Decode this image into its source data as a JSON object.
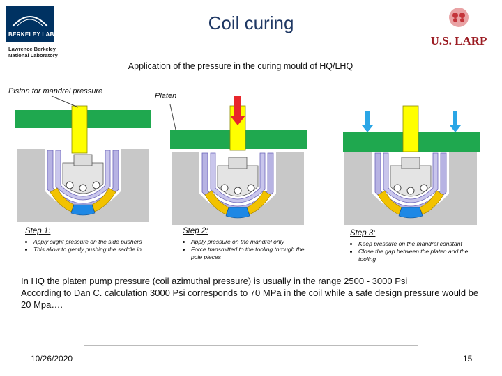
{
  "header": {
    "title": "Coil curing",
    "logo_left": {
      "name": "BERKELEY LAB",
      "subtitle_line1": "Lawrence Berkeley",
      "subtitle_line2": "National Laboratory"
    },
    "logo_right": {
      "name": "U.S. LARP"
    }
  },
  "subtitle": "Application of the pressure in the curing mould of HQ/LHQ",
  "labels": {
    "piston": "Piston for mandrel pressure",
    "platen": "Platen"
  },
  "steps": [
    {
      "heading": "Step 1:",
      "bullets": [
        "Apply slight pressure on the side pushers",
        "This allow to gently pushing the saddle in"
      ]
    },
    {
      "heading": "Step 2:",
      "bullets": [
        "Apply pressure on the mandrel only",
        "Force transmitted to the tooling through the pole pieces"
      ]
    },
    {
      "heading": "Step 3:",
      "bullets": [
        "Keep pressure on the mandrel constant",
        "Close the gap between the platen and the tooling"
      ]
    }
  ],
  "body": {
    "hq": "In HQ",
    "line1_rest": " the platen pump pressure (coil azimuthal pressure) is usually in the range 2500 - 3000 Psi",
    "line2": "According to Dan C. calculation 3000 Psi corresponds to 70 MPa in the coil while a safe design pressure would be 20 Mpa…."
  },
  "footer": {
    "date": "10/26/2020",
    "page": "15"
  },
  "colors": {
    "platen": "#1fa84f",
    "piston": "#ffff00",
    "mould": "#c8c8c8",
    "coil_purple": "#b7b3e3",
    "coil_yellow": "#f2c200",
    "coil_blue": "#1e88e5",
    "arrow_red": "#e8262b",
    "arrow_blue": "#2ba6e6"
  }
}
